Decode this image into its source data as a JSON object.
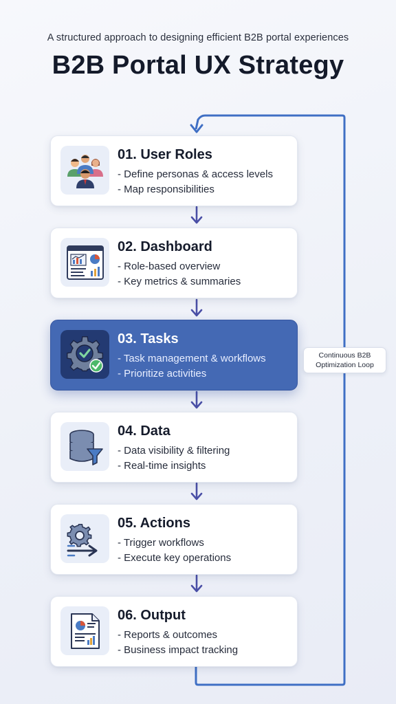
{
  "header": {
    "subtitle": "A structured approach to designing efficient B2B portal experiences",
    "title": "B2B Portal UX Strategy"
  },
  "steps": [
    {
      "title": "01. User Roles",
      "line1": "- Define personas & access levels",
      "line2": "- Map responsibilities",
      "icon": "users-icon"
    },
    {
      "title": "02. Dashboard",
      "line1": "- Role-based overview",
      "line2": "- Key metrics & summaries",
      "icon": "dashboard-icon"
    },
    {
      "title": "03. Tasks",
      "line1": "- Task management & workflows",
      "line2": "- Prioritize activities",
      "icon": "gear-check-icon",
      "active": true
    },
    {
      "title": "04. Data",
      "line1": "- Data visibility & filtering",
      "line2": "- Real-time insights",
      "icon": "database-filter-icon"
    },
    {
      "title": "05. Actions",
      "line1": "- Trigger workflows",
      "line2": "- Execute key operations",
      "icon": "gear-arrow-icon"
    },
    {
      "title": "06. Output",
      "line1": "- Reports & outcomes",
      "line2": "- Business impact tracking",
      "icon": "report-icon"
    }
  ],
  "loop": {
    "line1": "Continuous B2B",
    "line2": "Optimization Loop"
  },
  "colors": {
    "accent": "#4469b4",
    "loop_line": "#3f6fc4",
    "arrow": "#4a4fa6"
  }
}
